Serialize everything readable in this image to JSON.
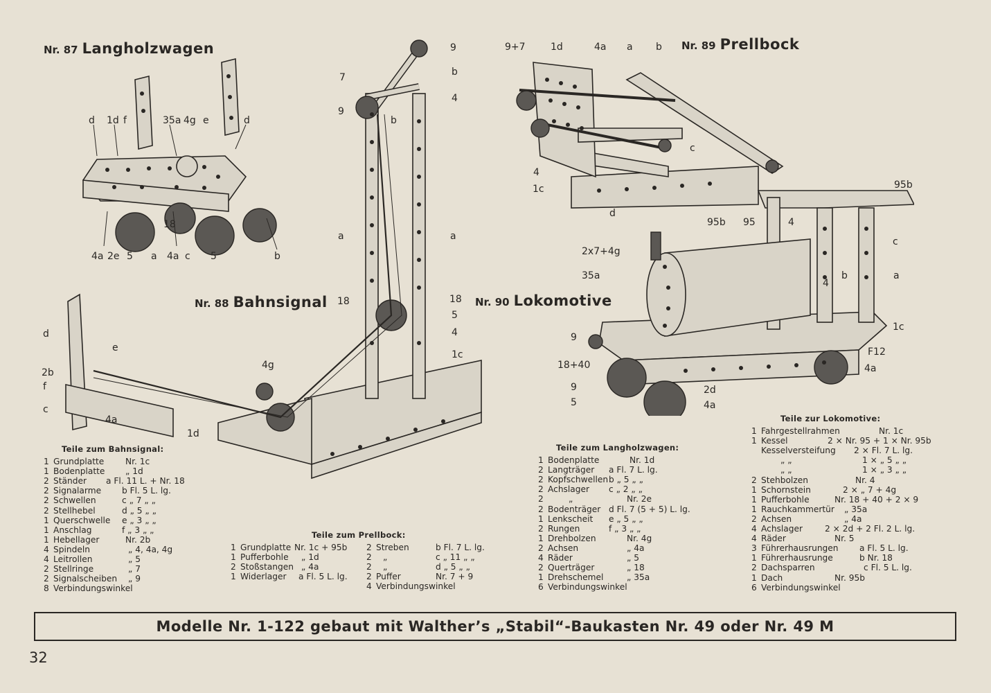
{
  "models": {
    "m87": {
      "nr": "Nr. 87",
      "name": "Langholzwagen"
    },
    "m88": {
      "nr": "Nr. 88",
      "name": "Bahnsignal"
    },
    "m89": {
      "nr": "Nr. 89",
      "name": "Prellbock"
    },
    "m90": {
      "nr": "Nr. 90",
      "name": "Lokomotive"
    }
  },
  "callouts": {
    "m87": [
      "d",
      "1d",
      "f",
      "35a",
      "4g",
      "e",
      "d",
      "18",
      "4a",
      "2e",
      "5",
      "a",
      "4a",
      "c",
      "5",
      "b"
    ],
    "m88": [
      "9",
      "7",
      "9",
      "b",
      "4",
      "b",
      "a",
      "a",
      "18",
      "18",
      "5",
      "4",
      "1c",
      "4g",
      "d",
      "e",
      "2b",
      "f",
      "c",
      "4a",
      "1d"
    ],
    "m89": [
      "9+7",
      "1d",
      "4a",
      "a",
      "b",
      "c",
      "4",
      "1c",
      "d"
    ],
    "m90": [
      "95b",
      "95b",
      "95",
      "4",
      "c",
      "2x7+4g",
      "35a",
      "b",
      "4",
      "a",
      "1c",
      "9",
      "18+40",
      "9",
      "5",
      "2d",
      "4a",
      "F12",
      "4a"
    ]
  },
  "lists": {
    "bahnsignal": {
      "title": "Teile zum Bahnsignal:",
      "rows": [
        {
          "q": "1",
          "n": "Grundplatte",
          "s": "Nr. 1c"
        },
        {
          "q": "1",
          "n": "Bodenplatte",
          "s": "„ 1d"
        },
        {
          "q": "2",
          "n": "Ständer",
          "s": "a Fl. 11 L. + Nr. 18"
        },
        {
          "q": "2",
          "n": "Signalarme",
          "s": "b Fl. 5 L. lg."
        },
        {
          "q": "2",
          "n": "Schwellen",
          "s": "c „ 7 „ „"
        },
        {
          "q": "2",
          "n": "Stellhebel",
          "s": "d „ 5 „ „"
        },
        {
          "q": "1",
          "n": "Querschwelle",
          "s": "e „ 3 „ „"
        },
        {
          "q": "1",
          "n": "Anschlag",
          "s": "f „ 3 „ „"
        },
        {
          "q": "1",
          "n": "Hebellager",
          "s": "Nr. 2b"
        },
        {
          "q": "4",
          "n": "Spindeln",
          "s": "„ 4, 4a, 4g"
        },
        {
          "q": "4",
          "n": "Leitrollen",
          "s": "„ 5"
        },
        {
          "q": "2",
          "n": "Stellringe",
          "s": "„ 7"
        },
        {
          "q": "2",
          "n": "Signalscheiben",
          "s": "„ 9"
        },
        {
          "q": "8",
          "n": "Verbindungswinkel",
          "s": ""
        }
      ]
    },
    "prellbock": {
      "title": "Teile zum Prellbock:",
      "rows_left": [
        {
          "q": "1",
          "n": "Grundplatte",
          "s": "Nr. 1c + 95b"
        },
        {
          "q": "1",
          "n": "Pufferbohle",
          "s": "„ 1d"
        },
        {
          "q": "2",
          "n": "Stoßstangen",
          "s": "„ 4a"
        },
        {
          "q": "1",
          "n": "Widerlager",
          "s": "a Fl. 5 L. lg."
        }
      ],
      "rows_right": [
        {
          "q": "2",
          "n": "Streben",
          "s": "b Fl. 7 L. lg."
        },
        {
          "q": "2",
          "n": "„",
          "s": "c „ 11 „ „"
        },
        {
          "q": "2",
          "n": "„",
          "s": "d „ 5 „ „"
        },
        {
          "q": "2",
          "n": "Puffer",
          "s": "Nr. 7 + 9"
        },
        {
          "q": "4",
          "n": "Verbindungswinkel",
          "s": ""
        }
      ]
    },
    "langholzwagen": {
      "title": "Teile zum Langholzwagen:",
      "rows": [
        {
          "q": "1",
          "n": "Bodenplatte",
          "s": "Nr. 1d"
        },
        {
          "q": "2",
          "n": "Langträger",
          "s": "a Fl. 7 L. lg."
        },
        {
          "q": "2",
          "n": "Kopfschwellen",
          "s": "b „ 5 „ „"
        },
        {
          "q": "2",
          "n": "Achslager",
          "s": "c „ 2 „ „"
        },
        {
          "q": "2",
          "n": "„",
          "s": "Nr. 2e"
        },
        {
          "q": "2",
          "n": "Bodenträger",
          "s": "d Fl. 7 (5 + 5) L. lg."
        },
        {
          "q": "1",
          "n": "Lenkscheit",
          "s": "e „ 5 „ „"
        },
        {
          "q": "2",
          "n": "Rungen",
          "s": "f „ 3 „ „"
        },
        {
          "q": "1",
          "n": "Drehbolzen",
          "s": "Nr. 4g"
        },
        {
          "q": "2",
          "n": "Achsen",
          "s": "„ 4a"
        },
        {
          "q": "4",
          "n": "Räder",
          "s": "„ 5"
        },
        {
          "q": "2",
          "n": "Querträger",
          "s": "„ 18"
        },
        {
          "q": "1",
          "n": "Drehschemel",
          "s": "„ 35a"
        },
        {
          "q": "6",
          "n": "Verbindungswinkel",
          "s": ""
        }
      ]
    },
    "lokomotive": {
      "title": "Teile zur Lokomotive:",
      "rows": [
        {
          "q": "1",
          "n": "Fahrgestellrahmen",
          "s": "Nr. 1c"
        },
        {
          "q": "1",
          "n": "Kessel",
          "s": "2 × Nr. 95 + 1 × Nr. 95b"
        },
        {
          "q": "",
          "n": "Kesselversteifung",
          "s": "2 × Fl. 7 L. lg."
        },
        {
          "q": "",
          "n": "„ „",
          "s": "1 × „ 5 „ „"
        },
        {
          "q": "",
          "n": "„ „",
          "s": "1 × „ 3 „ „"
        },
        {
          "q": "2",
          "n": "Stehbolzen",
          "s": "Nr. 4"
        },
        {
          "q": "1",
          "n": "Schornstein",
          "s": "2 × „ 7 + 4g"
        },
        {
          "q": "1",
          "n": "Pufferbohle",
          "s": "Nr. 18 + 40 + 2 × 9"
        },
        {
          "q": "1",
          "n": "Rauchkammertür",
          "s": "„ 35a"
        },
        {
          "q": "2",
          "n": "Achsen",
          "s": "„ 4a"
        },
        {
          "q": "4",
          "n": "Achslager",
          "s": "2 × 2d + 2 Fl. 2 L. lg."
        },
        {
          "q": "4",
          "n": "Räder",
          "s": "Nr. 5"
        },
        {
          "q": "3",
          "n": "Führerhausrungen",
          "s": "a Fl. 5 L. lg."
        },
        {
          "q": "1",
          "n": "Führerhausrunge",
          "s": "b Nr. 18"
        },
        {
          "q": "2",
          "n": "Dachsparren",
          "s": "c Fl. 5 L. lg."
        },
        {
          "q": "1",
          "n": "Dach",
          "s": "Nr. 95b"
        },
        {
          "q": "6",
          "n": "Verbindungswinkel",
          "s": ""
        }
      ]
    }
  },
  "banner": "Modelle Nr. 1-122 gebaut mit Walther’s „Stabil“-Baukasten Nr. 49 oder Nr. 49 M",
  "page_number": "32"
}
